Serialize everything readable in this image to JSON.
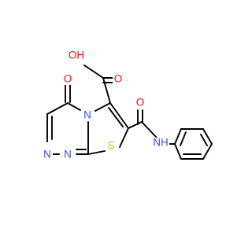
{
  "molecule": {
    "atoms": {
      "ketone_o": {
        "label": "O",
        "color": "#ff0d0d"
      },
      "acid_oh": {
        "label": "OH",
        "color": "#ff0d0d"
      },
      "acid_o": {
        "label": "O",
        "color": "#ff0d0d"
      },
      "amide_o": {
        "label": "O",
        "color": "#ff0d0d"
      },
      "ring_n": {
        "label": "N",
        "color": "#3050f8"
      },
      "triazine_n1": {
        "label": "N",
        "color": "#3050f8"
      },
      "triazine_n2": {
        "label": "N",
        "color": "#3050f8"
      },
      "thiazole_s": {
        "label": "S",
        "color": "#d4c000"
      },
      "amide_nh": {
        "label": "NH",
        "color": "#3050f8"
      }
    },
    "bond_color": "#000000"
  }
}
